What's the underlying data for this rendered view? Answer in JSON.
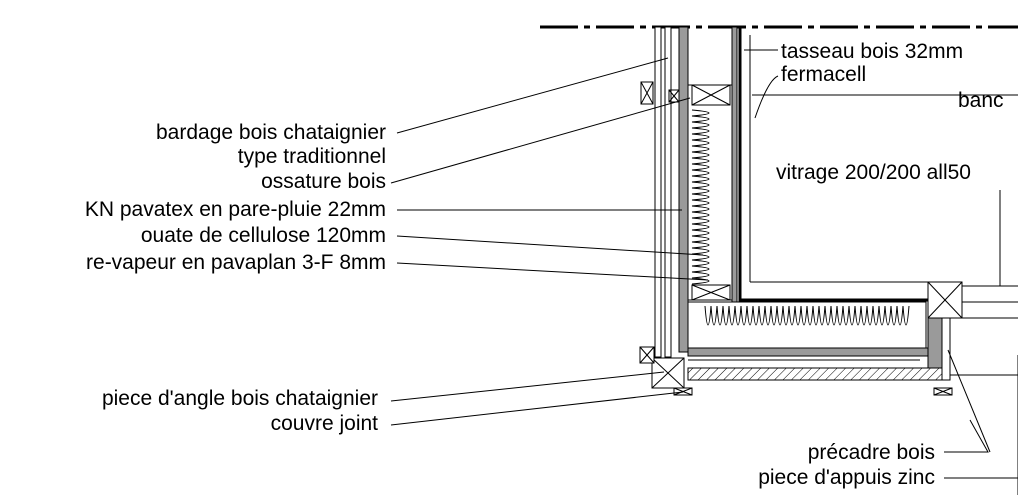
{
  "labels_left": [
    "bardage bois chataignier",
    "type traditionnel",
    "ossature bois",
    "KN pavatex en pare-pluie 22mm",
    "ouate de cellulose 120mm",
    "re-vapeur en pavaplan 3-F  8mm",
    "piece d'angle bois chataignier",
    "couvre joint"
  ],
  "labels_right": [
    "tasseau bois 32mm",
    "fermacell",
    "banc",
    "vitrage 200/200 all50",
    "précadre bois",
    "piece d'appuis  zinc"
  ]
}
